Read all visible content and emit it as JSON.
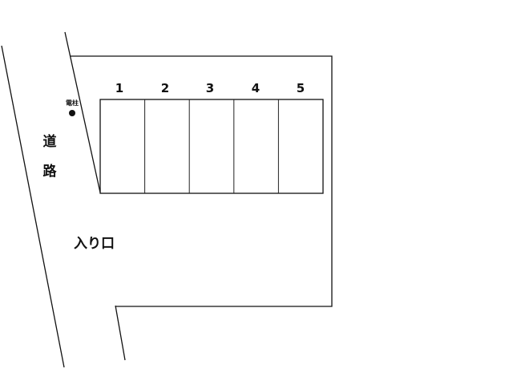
{
  "road": {
    "chars": [
      "道",
      "路"
    ]
  },
  "utility_pole": {
    "label": "電柱"
  },
  "entrance": {
    "label": "入り口"
  },
  "parking": {
    "spots": [
      {
        "number": "1"
      },
      {
        "number": "2"
      },
      {
        "number": "3"
      },
      {
        "number": "4"
      },
      {
        "number": "5"
      }
    ]
  }
}
